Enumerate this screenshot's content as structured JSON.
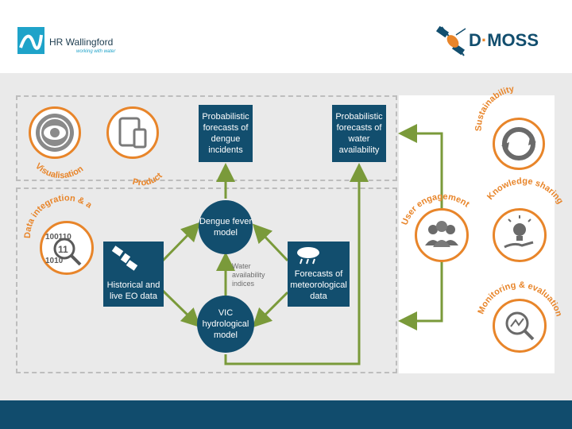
{
  "header": {
    "hr_logo_name": "HR Wallingford",
    "hr_logo_tagline": "working with water",
    "dmoss_logo_prefix": "D",
    "dmoss_logo_dot": "·",
    "dmoss_logo_suffix": "MOSS"
  },
  "diagram": {
    "top_left_icons": [
      {
        "label": "Visualisation",
        "icon": "eye-icon"
      },
      {
        "label": "Product",
        "icon": "device-icon"
      }
    ],
    "left_icon": {
      "label": "Data integration & assessment",
      "icon": "binary-magnifier-icon",
      "binary_text": [
        "100110",
        "11",
        "1010"
      ]
    },
    "boxes": {
      "prob_dengue": "Probabilistic forecasts of dengue incidents",
      "prob_water": "Probabilistic forecasts of water availability",
      "eo_data": "Historical and live EO data",
      "met_forecasts": "Forecasts of meteorological data"
    },
    "nodes": {
      "dengue_model": "Dengue fever model",
      "vic_model": "VIC hydrological model"
    },
    "water_indices_label": "Water availability indices",
    "right_icons": [
      {
        "label": "Sustainability",
        "icon": "recycle-icon"
      },
      {
        "label": "User engagement",
        "icon": "users-icon"
      },
      {
        "label": "Knowledge sharing",
        "icon": "lightbulb-hand-icon"
      },
      {
        "label": "Monitoring & evaluation",
        "icon": "magnifier-chart-icon"
      }
    ],
    "colors": {
      "accent": "#e8852a",
      "navy": "#124e6e",
      "arrow": "#7a9a3a",
      "dash": "#bdbdbd"
    }
  }
}
